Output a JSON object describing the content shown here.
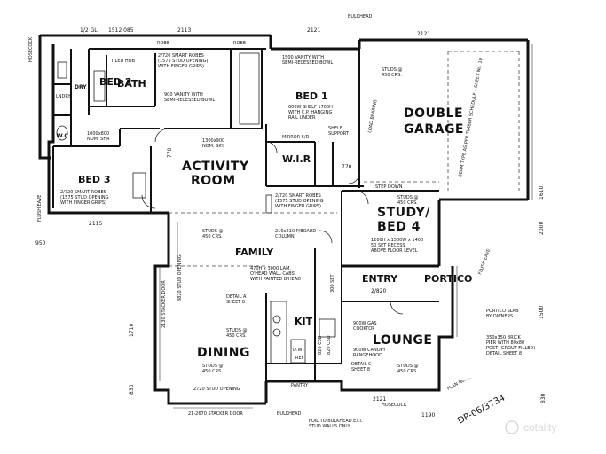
{
  "rooms": {
    "bed2": "BED 2",
    "bath": "BATH",
    "bed1": "BED 1",
    "double_garage_1": "DOUBLE",
    "double_garage_2": "GARAGE",
    "activity_room_1": "ACTIVITY",
    "activity_room_2": "ROOM",
    "bed3": "BED 3",
    "wir": "W.I.R",
    "study_1": "STUDY/",
    "study_2": "BED 4",
    "family": "FAMILY",
    "entry": "ENTRY",
    "portico": "PORTICO",
    "kit": "KIT",
    "lounge": "LOUNGE",
    "dining": "DINING",
    "pantry": "PANTRY",
    "wc": "W.C",
    "dry": "DRY",
    "lndry": "LNDRY"
  },
  "notes": {
    "robe_top": "ROBE",
    "robe_top2": "ROBE",
    "tiled_hob": "TILED HOB",
    "bed2_robes_1": "2/720 SMART ROBES",
    "bed2_robes_2": "(1575 STUD OPENING)",
    "bed2_robes_3": "WITH FINGER GRIPS)",
    "vanity_bed2_1": "900 VANITY WITH",
    "vanity_bed2_2": "SEMI-RECESSED BOWL",
    "vanity_bed1_1": "1500 VANITY WITH",
    "vanity_bed1_2": "SEMI-RECESSED BOWL",
    "shelf_1": "600W SHELF 1700H",
    "shelf_2": "WITH C.P. HANGING",
    "shelf_3": "RAIL UNDER",
    "mirror": "MIRROR 5/D",
    "shelf_support_1": "SHELF",
    "shelf_support_2": "SUPPORT",
    "studs_garage_1": "STUDS @",
    "studs_garage_2": "450 CRS.",
    "load_bearing": "LOAD BEARING",
    "step_down": "STEP DOWN",
    "beam_note": "BEAM TYPE AS PER TIMBER SCHEDULE – SHEET No. 10",
    "ceiling_1": "1300x900",
    "ceiling_2": "NOM. SKY",
    "ceiling_3": "1000x800",
    "ceiling_4": "NOM. SHR",
    "bed3_robes_1": "2/720 SMART ROBES",
    "bed3_robes_2": "(1575 STUD OPENING",
    "bed3_robes_3": "WITH FINGER GRIPS)",
    "bed1_robes_1": "2/720 SMART ROBES",
    "bed1_robes_2": "(1575 STUD OPENING",
    "bed1_robes_3": "WITH FINGER GRIPS)",
    "study_studs_1": "STUDS @",
    "study_studs_2": "450 CRS.",
    "study_win_1": "1200H x 1500W x 1400",
    "study_win_2": "50 SET RECESS",
    "study_win_3": "ABOVE FLOOR LEVEL",
    "family_studs_1": "STUDS @",
    "family_studs_2": "450 CRS.",
    "column_1": "210x210 P/BOARD",
    "column_2": "COLUMN",
    "cab_1": "470H x 3000 LAM.",
    "cab_2": "O'HEAD WALL CABS",
    "cab_3": "WITH PAINTED B/HEAD",
    "detail_a_1": "DETAIL A",
    "detail_a_2": "SHEET 8",
    "cooktop_1": "900W GAS",
    "cooktop_2": "COOKTOP",
    "canopy_1": "900W CANOPY",
    "canopy_2": "RANGEHOOD",
    "studs_din_1": "STUDS @",
    "studs_din_2": "450 CRS.",
    "studs_din2_1": "STUDS @",
    "studs_din2_2": "450 CRS.",
    "detail_c_1": "DETAIL C",
    "detail_c_2": "SHEET 8",
    "lounge_studs_1": "STUDS @",
    "lounge_studs_2": "450 CRS.",
    "stud_opening": "2720 STUD OPENING",
    "stacker": "21-2670 STACKER DOOR",
    "bulkhead": "BULKHEAD",
    "foil_1": "FOIL TO BULKHEAD EXT.",
    "foil_2": "STUD WALLS ONLY",
    "hosecock": "HOSECOCK",
    "hosecock_top": "HOSECOCK",
    "portico_slab_1": "PORTICO SLAB",
    "portico_slab_2": "BY OWNERS",
    "pier_1": "350x350 BRICK",
    "pier_2": "PIER WITH 80x80",
    "pier_3": "POST (GROUT FILLED)",
    "pier_4": "DETAIL SHEET 8",
    "bulkhead_top": "BULKHEAD",
    "flush_eave": "FLUSH EAVE",
    "stacker_door_v": "2130 STACKER DOOR",
    "stud_opening_v": "3820 STUD OPENING",
    "dw": "D.W",
    "ref": "REF",
    "entry_door": "2/820",
    "flush_eave_r": "FLUSH EAVE",
    "dp_number": "DP-06/3734",
    "plan_number_small": "PLAN No. ..."
  },
  "dimensions": {
    "d_1_2": "1/2 GL",
    "d_1512": "1512 085",
    "d_2113": "2113",
    "d_2121_top": "2121",
    "d_2121_mid": "2121",
    "d_1610": "1610",
    "d_2000": "2000",
    "d_1500": "1500",
    "d_950": "950",
    "d_2115": "2115",
    "d_1710": "1710",
    "d_830_l": "830",
    "d_770_a": "770",
    "d_770_b": "770",
    "d_820_a": "820 CSD",
    "d_820_b": "820 CSD",
    "d_2121_bottom": "2121",
    "d_1190": "1190",
    "d_300": "300 SET",
    "d_830_r": "830"
  },
  "watermark": "cotality"
}
